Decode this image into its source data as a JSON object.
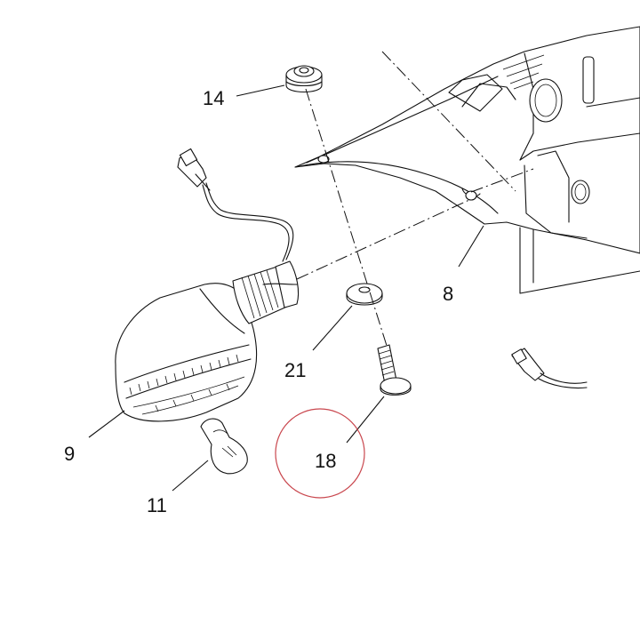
{
  "callouts": {
    "c14": "14",
    "c8": "8",
    "c21": "21",
    "c9": "9",
    "c18": "18",
    "c11": "11"
  },
  "highlight_color": "#c9474e"
}
